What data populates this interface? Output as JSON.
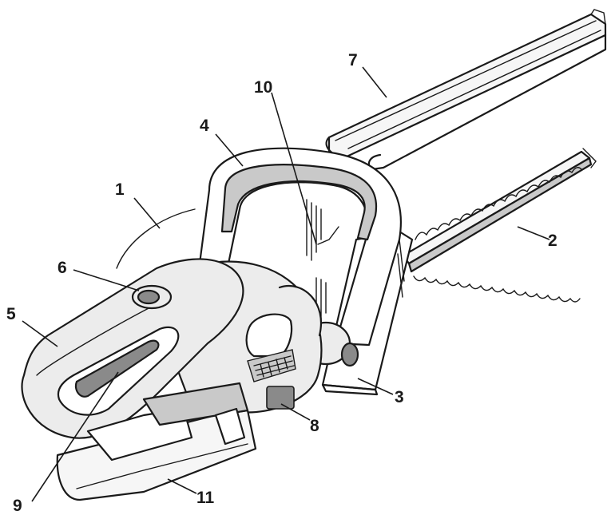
{
  "callouts": [
    {
      "id": "1",
      "label": "1"
    },
    {
      "id": "2",
      "label": "2"
    },
    {
      "id": "3",
      "label": "3"
    },
    {
      "id": "4",
      "label": "4"
    },
    {
      "id": "5",
      "label": "5"
    },
    {
      "id": "6",
      "label": "6"
    },
    {
      "id": "7",
      "label": "7"
    },
    {
      "id": "8",
      "label": "8"
    },
    {
      "id": "9",
      "label": "9"
    },
    {
      "id": "10",
      "label": "10"
    },
    {
      "id": "11",
      "label": "11"
    }
  ],
  "colors": {
    "ink": "#1a1a1a",
    "body": "#ececec",
    "grip": "#c9c9c9"
  }
}
